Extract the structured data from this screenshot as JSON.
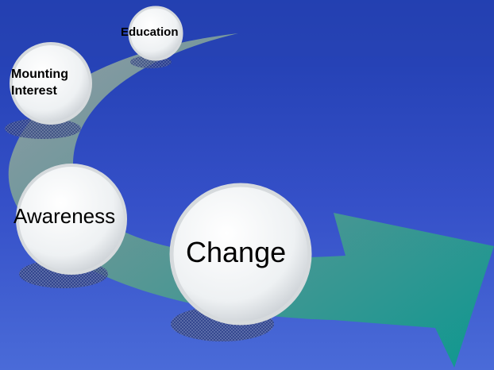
{
  "diagram": {
    "stages": [
      {
        "id": "education",
        "label": "Education"
      },
      {
        "id": "mounting-interest",
        "label": "Mounting\nInterest"
      },
      {
        "id": "awareness",
        "label": "Awareness"
      },
      {
        "id": "change",
        "label": "Change"
      }
    ],
    "colors": {
      "background_top": "#1f3cae",
      "background_bottom": "#4a6bd8",
      "arrow_start": "#9aa0a6",
      "arrow_end": "#0a9a8c",
      "circle_fill": "#f4f6f8",
      "circle_edge": "#c9ced3",
      "label": "#000000"
    }
  }
}
